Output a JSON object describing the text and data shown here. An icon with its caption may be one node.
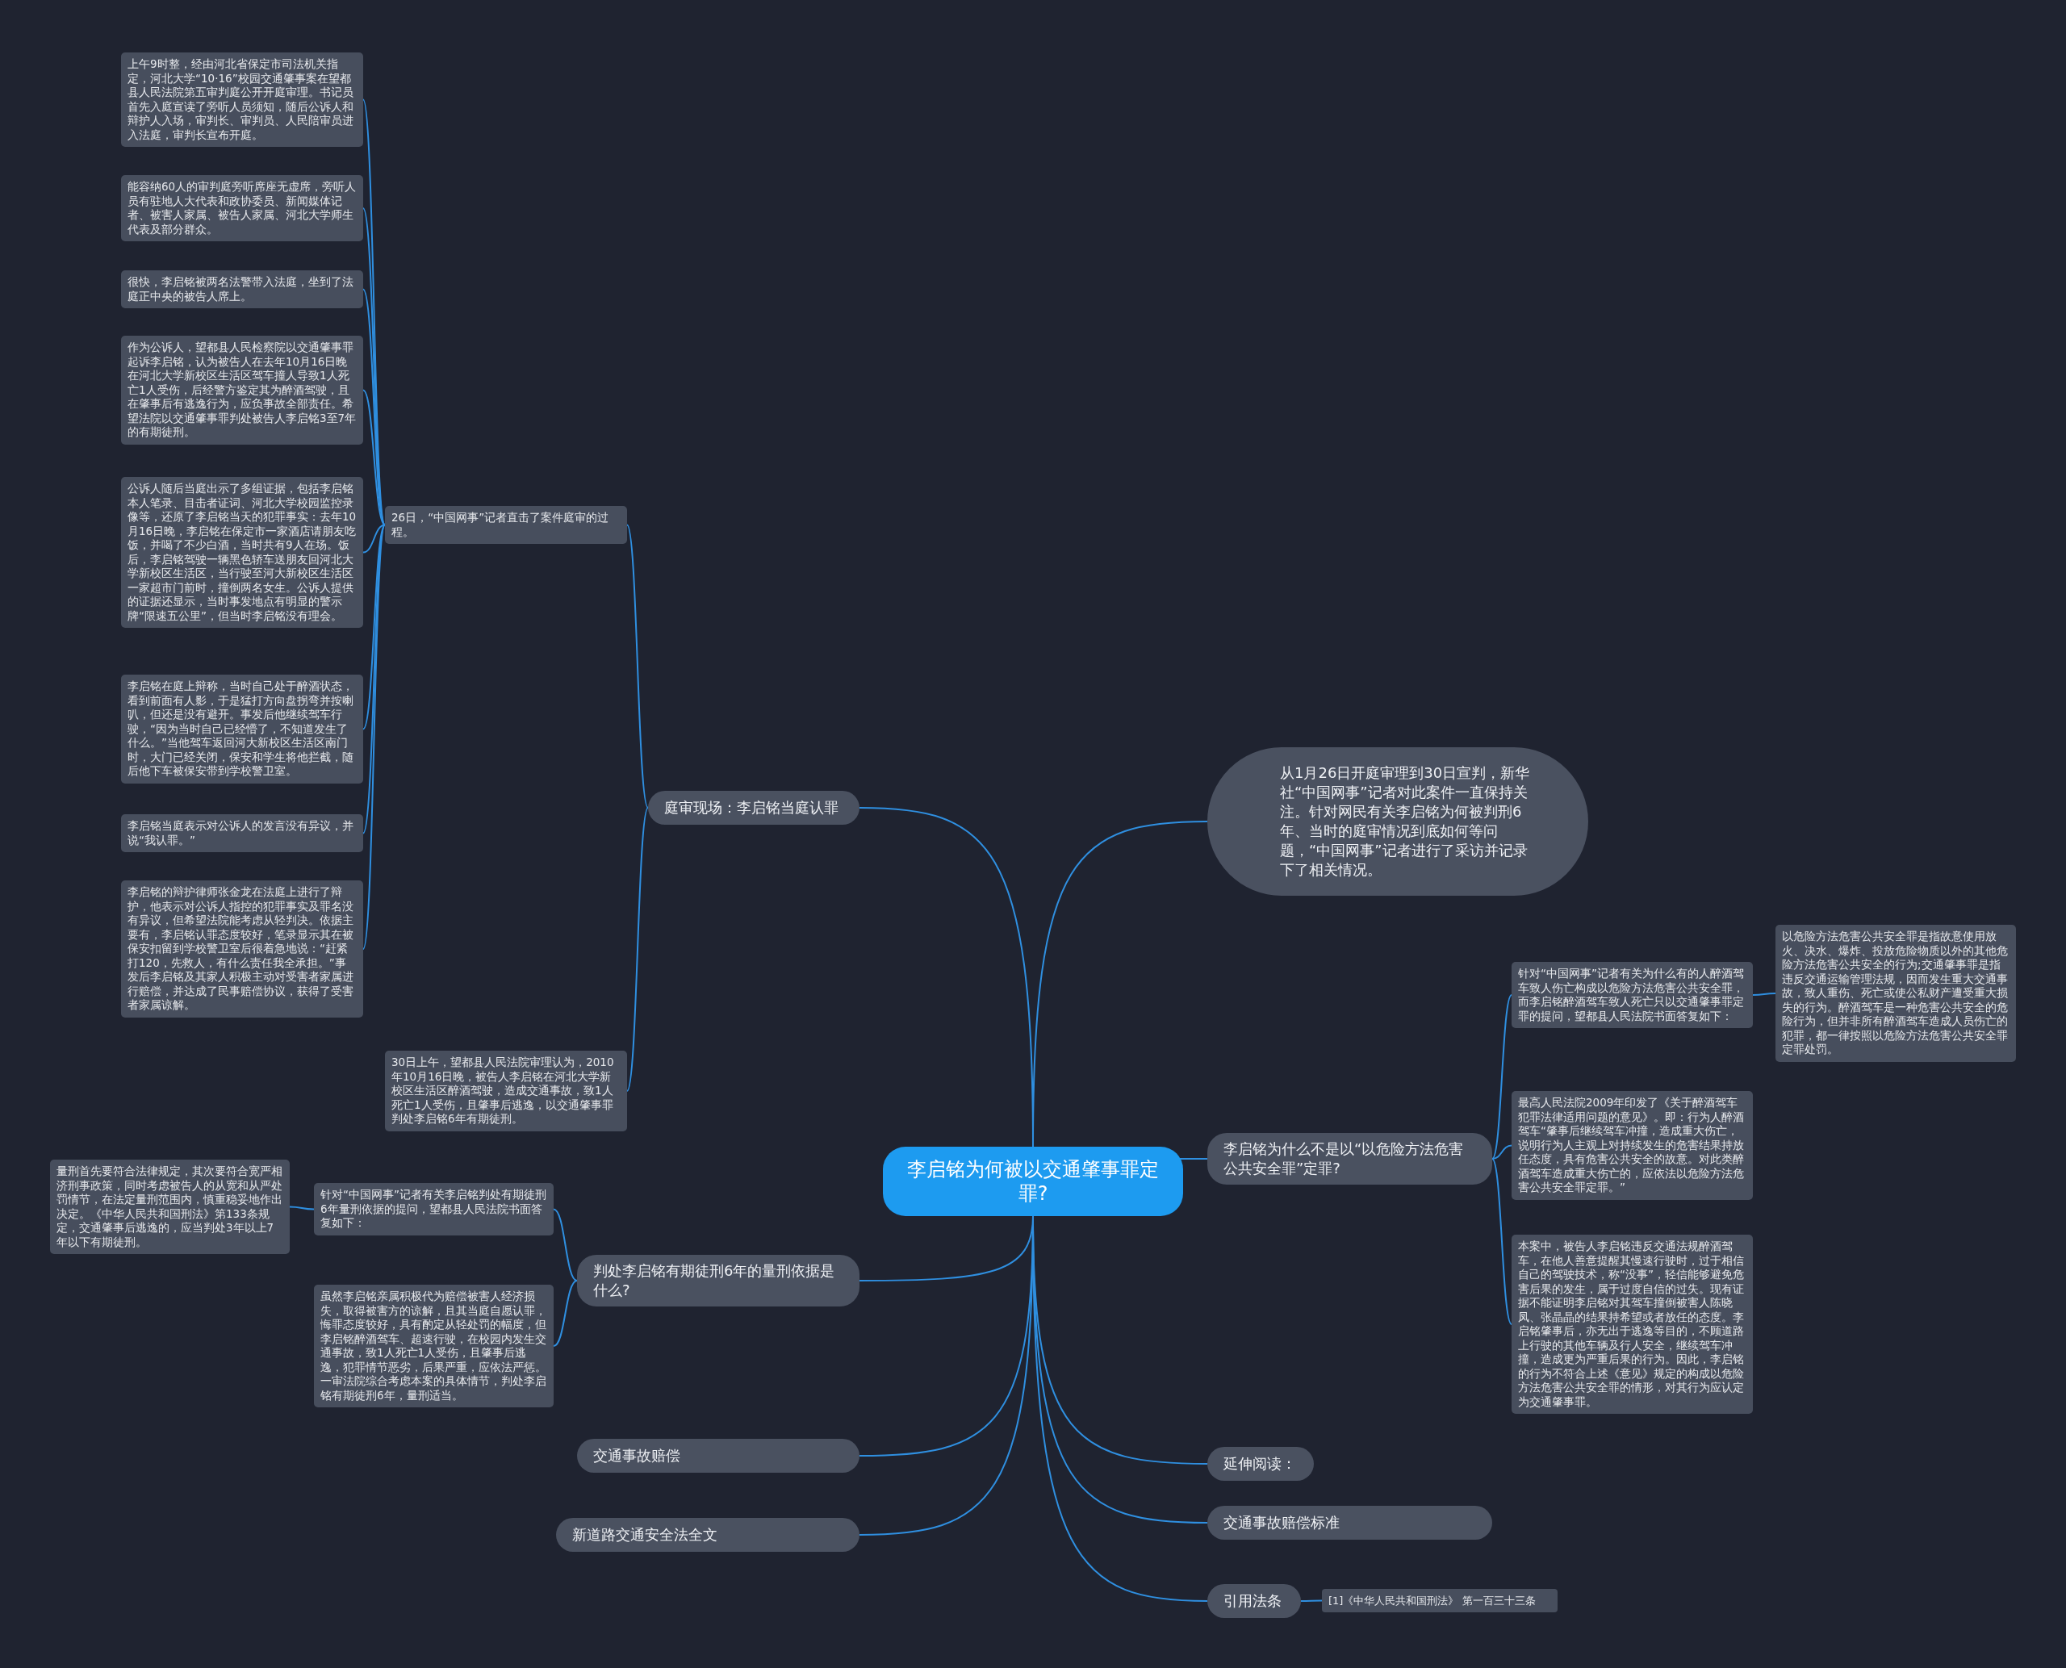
{
  "diagram": {
    "nodes": [
      {
        "text": [
          "李启铭为何被以交通肇事罪定罪?"
        ]
      },
      {
        "text": [
          "庭审现场：李启铭当庭认罪"
        ]
      },
      {
        "text": [
          "26日，“中国网事”记者直击了案件庭审的过程。"
        ]
      },
      {
        "text": [
          "上午9时整，经由河北省保定市司法机关指定，河北大学“10·16”校园交通肇事案在望都县人民法院第五审判庭公开开庭审理。书记员首先入庭宣读了旁听人员须知，随后公诉人和辩护人入场，审判长、审判员、人民陪审员进入法庭，审判长宣布开庭。"
        ]
      },
      {
        "text": [
          "能容纳60人的审判庭旁听席座无虚席，旁听人员有驻地人大代表和政协委员、新闻媒体记者、被害人家属、被告人家属、河北大学师生代表及部分群众。"
        ]
      },
      {
        "text": [
          "很快，李启铭被两名法警带入法庭，坐到了法庭正中央的被告人席上。"
        ]
      },
      {
        "text": [
          "作为公诉人，望都县人民检察院以交通肇事罪起诉李启铭，认为被告人在去年10月16日晚在河北大学新校区生活区驾车撞人导致1人死亡1人受伤，后经警方鉴定其为醉酒驾驶，且在肇事后有逃逸行为，应负事故全部责任。希望法院以交通肇事罪判处被告人李启铭3至7年的有期徒刑。"
        ]
      },
      {
        "text": [
          "公诉人随后当庭出示了多组证据，包括李启铭本人笔录、目击者证词、河北大学校园监控录像等，还原了李启铭当天的犯罪事实：去年10月16日晚，李启铭在保定市一家酒店请朋友吃饭，并喝了不少白酒，当时共有9人在场。饭后，李启铭驾驶一辆黑色轿车送朋友回河北大学新校区生活区，当行驶至河大新校区生活区一家超市门前时，撞倒两名女生。公诉人提供的证据还显示，当时事发地点有明显的警示牌“限速五公里”，但当时李启铭没有理会。"
        ]
      },
      {
        "text": [
          "李启铭在庭上辩称，当时自己处于醉酒状态，看到前面有人影，于是猛打方向盘拐弯并按喇叭，但还是没有避开。事发后他继续驾车行驶，“因为当时自己已经懵了，不知道发生了什么。”当他驾车返回河大新校区生活区南门时，大门已经关闭，保安和学生将他拦截，随后他下车被保安带到学校警卫室。"
        ]
      },
      {
        "text": [
          "李启铭当庭表示对公诉人的发言没有异议，并说“我认罪。”"
        ]
      },
      {
        "text": [
          "李启铭的辩护律师张金龙在法庭上进行了辩护，他表示对公诉人指控的犯罪事实及罪名没有异议，但希望法院能考虑从轻判决。依据主要有，李启铭认罪态度较好，笔录显示其在被保安扣留到学校警卫室后很着急地说：“赶紧打120，先救人，有什么责任我全承担。”事发后李启铭及其家人积极主动对受害者家属进行赔偿，并达成了民事赔偿协议，获得了受害者家属谅解。"
        ]
      },
      {
        "text": [
          "30日上午，望都县人民法院审理认为，2010年10月16日晚，被告人李启铭在河北大学新校区生活区醉酒驾驶，造成交通事故，致1人死亡1人受伤，且肇事后逃逸，以交通肇事罪判处李启铭6年有期徒刑。"
        ]
      },
      {
        "text": [
          "判处李启铭有期徒刑6年的量刑依据是什么?"
        ]
      },
      {
        "text": [
          "针对“中国网事”记者有关李启铭判处有期徒刑6年量刑依据的提问，望都县人民法院书面答复如下："
        ]
      },
      {
        "text": [
          "量刑首先要符合法律规定，其次要符合宽严相济刑事政策，同时考虑被告人的从宽和从严处罚情节，在法定量刑范围内，慎重稳妥地作出决定。《中华人民共和国刑法》第133条规定，交通肇事后逃逸的，应当判处3年以上7年以下有期徒刑。"
        ]
      },
      {
        "text": [
          "虽然李启铭亲属积极代为赔偿被害人经济损失，取得被害方的谅解，且其当庭自愿认罪，悔罪态度较好，具有酌定从轻处罚的幅度，但李启铭醉酒驾车、超速行驶，在校园内发生交通事故，致1人死亡1人受伤，且肇事后逃逸，犯罪情节恶劣，后果严重，应依法严惩。一审法院综合考虑本案的具体情节，判处李启铭有期徒刑6年，量刑适当。"
        ]
      },
      {
        "text": [
          "交通事故赔偿"
        ]
      },
      {
        "text": [
          "新道路交通安全法全文"
        ]
      },
      {
        "text": [
          "从1月26日开庭审理到30日宣判，新华社“中国网事”记者对此案件一直保持关注。针对网民有关李启铭为何被判刑6年、当时的庭审情况到底如何等问题，“中国网事”记者进行了采访并记录下了相关情况。"
        ]
      },
      {
        "text": [
          "李启铭为什么不是以“以危险方法危害公共安全罪”定罪?"
        ]
      },
      {
        "text": [
          "针对“中国网事”记者有关为什么有的人醉酒驾车致人伤亡构成以危险方法危害公共安全罪，而李启铭醉酒驾车致人死亡只以交通肇事罪定罪的提问，望都县人民法院书面答复如下："
        ]
      },
      {
        "text": [
          "以危险方法危害公共安全罪是指故意使用放火、决水、爆炸、投放危险物质以外的其他危险方法危害公共安全的行为;交通肇事罪是指违反交通运输管理法规，因而发生重大交通事故，致人重伤、死亡或使公私财产遭受重大损失的行为。醉酒驾车是一种危害公共安全的危险行为，但并非所有醉酒驾车造成人员伤亡的犯罪，都一律按照以危险方法危害公共安全罪定罪处罚。"
        ]
      },
      {
        "text": [
          "最高人民法院2009年印发了《关于醉酒驾车犯罪法律适用问题的意见》。即：行为人醉酒驾车“肇事后继续驾车冲撞，造成重大伤亡，说明行为人主观上对持续发生的危害结果持放任态度，具有危害公共安全的故意。对此类醉酒驾车造成重大伤亡的，应依法以危险方法危害公共安全罪定罪。”"
        ]
      },
      {
        "text": [
          "本案中，被告人李启铭违反交通法规醉酒驾车，在他人善意提醒其慢速行驶时，过于相信自己的驾驶技术，称“没事”，轻信能够避免危害后果的发生，属于过度自信的过失。现有证据不能证明李启铭对其驾车撞倒被害人陈晓凤、张晶晶的结果持希望或者放任的态度。李启铭肇事后，亦无出于逃逸等目的，不顾道路上行驶的其他车辆及行人安全，继续驾车冲撞，造成更为严重后果的行为。因此，李启铭的行为不符合上述《意见》规定的构成以危险方法危害公共安全罪的情形，对其行为应认定为交通肇事罪。"
        ]
      },
      {
        "text": [
          "延伸阅读："
        ]
      },
      {
        "text": [
          "交通事故赔偿标准"
        ]
      },
      {
        "text": [
          "引用法条"
        ]
      },
      {
        "text": [
          "[1]《中华人民共和国刑法》 第一百三十三条"
        ]
      }
    ],
    "edges": [
      {
        "from": 0,
        "to": 1,
        "arrow": "none"
      },
      {
        "from": 1,
        "to": 2,
        "arrow": "none"
      },
      {
        "from": 2,
        "to": 3,
        "arrow": "none"
      },
      {
        "from": 2,
        "to": 4,
        "arrow": "none"
      },
      {
        "from": 2,
        "to": 5,
        "arrow": "none"
      },
      {
        "from": 2,
        "to": 6,
        "arrow": "none"
      },
      {
        "from": 2,
        "to": 7,
        "arrow": "none"
      },
      {
        "from": 2,
        "to": 8,
        "arrow": "none"
      },
      {
        "from": 2,
        "to": 9,
        "arrow": "none"
      },
      {
        "from": 2,
        "to": 10,
        "arrow": "none"
      },
      {
        "from": 1,
        "to": 11,
        "arrow": "none"
      },
      {
        "from": 0,
        "to": 12,
        "arrow": "none"
      },
      {
        "from": 12,
        "to": 13,
        "arrow": "none"
      },
      {
        "from": 13,
        "to": 14,
        "arrow": "none"
      },
      {
        "from": 12,
        "to": 15,
        "arrow": "none"
      },
      {
        "from": 0,
        "to": 16,
        "arrow": "none"
      },
      {
        "from": 0,
        "to": 17,
        "arrow": "none"
      },
      {
        "from": 0,
        "to": 18,
        "arrow": "none"
      },
      {
        "from": 0,
        "to": 19,
        "arrow": "none"
      },
      {
        "from": 19,
        "to": 20,
        "arrow": "none"
      },
      {
        "from": 20,
        "to": 21,
        "arrow": "none"
      },
      {
        "from": 19,
        "to": 22,
        "arrow": "none"
      },
      {
        "from": 19,
        "to": 23,
        "arrow": "none"
      },
      {
        "from": 0,
        "to": 24,
        "arrow": "none"
      },
      {
        "from": 0,
        "to": 25,
        "arrow": "none"
      },
      {
        "from": 0,
        "to": 26,
        "arrow": "none"
      },
      {
        "from": 26,
        "to": 27,
        "arrow": "none"
      }
    ]
  }
}
